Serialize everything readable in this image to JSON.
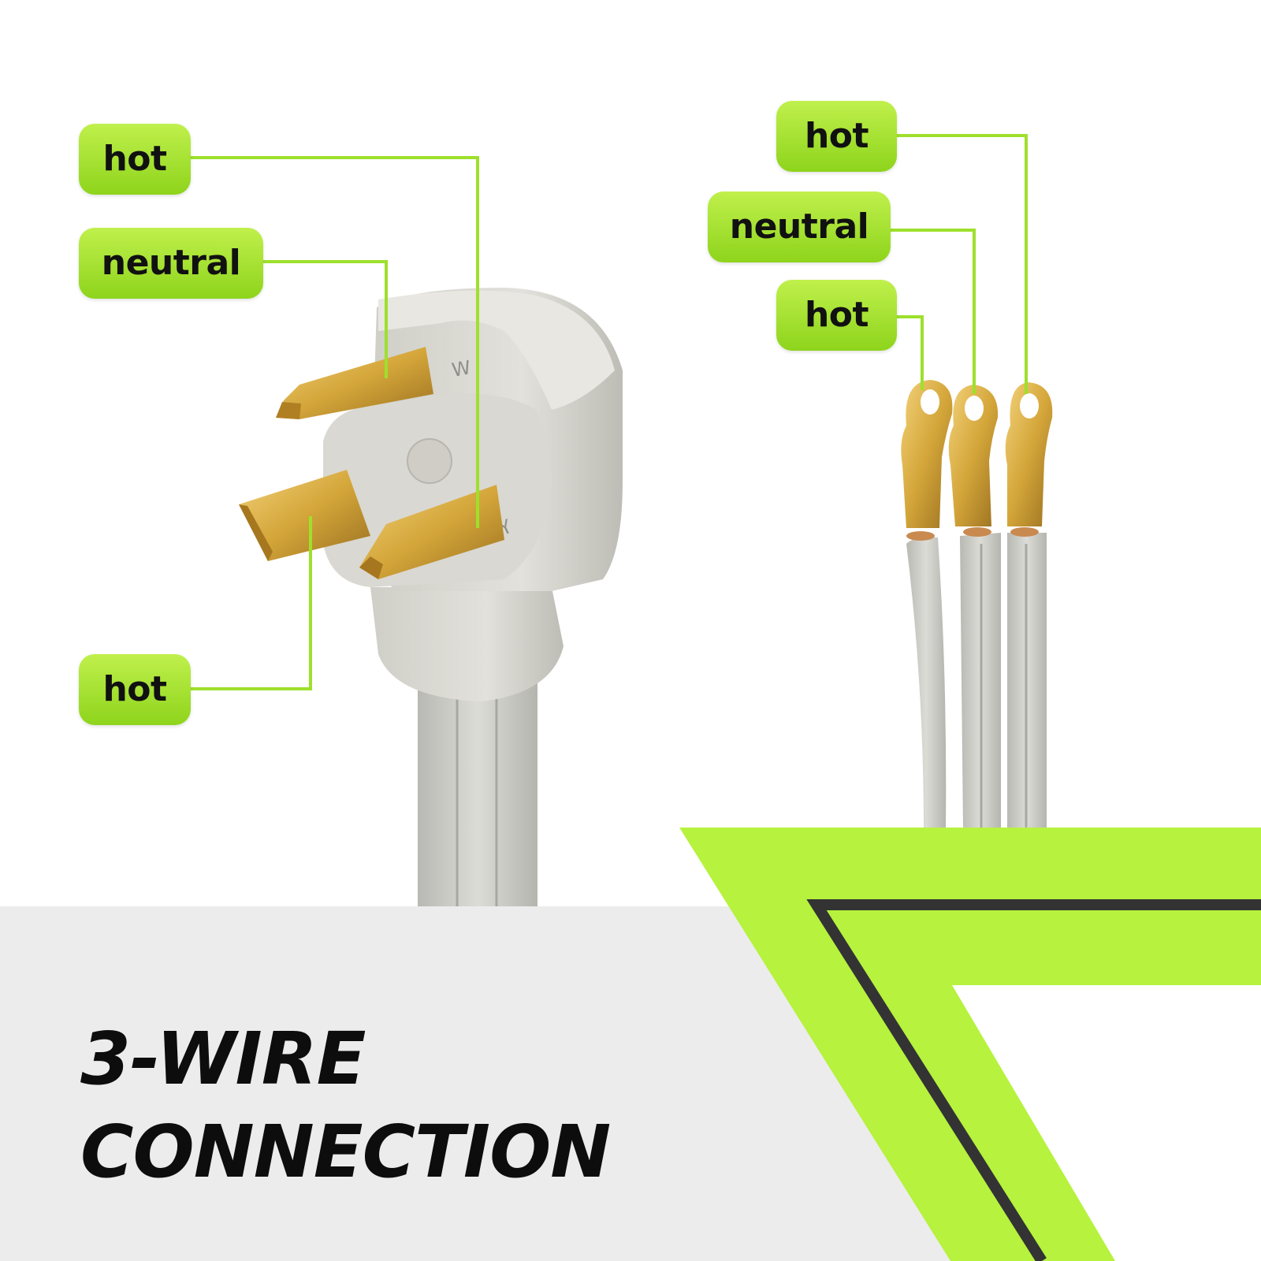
{
  "plug_labels": {
    "top_hot": "hot",
    "neutral": "neutral",
    "bottom_hot": "hot"
  },
  "plug_markings": {
    "w": "W",
    "y": "Y"
  },
  "wire_labels": {
    "top_hot": "hot",
    "neutral": "neutral",
    "bottom_hot": "hot"
  },
  "headline": {
    "line1": "3-WIRE",
    "line2": "CONNECTION"
  },
  "colors": {
    "accent_green": "#b6f23e",
    "label_green": "#9ee02c",
    "panel_gray": "#ececec",
    "stripe_dark": "#333333",
    "cord_gray": "#cfcfca",
    "prong_gold": "#d4a63a"
  }
}
